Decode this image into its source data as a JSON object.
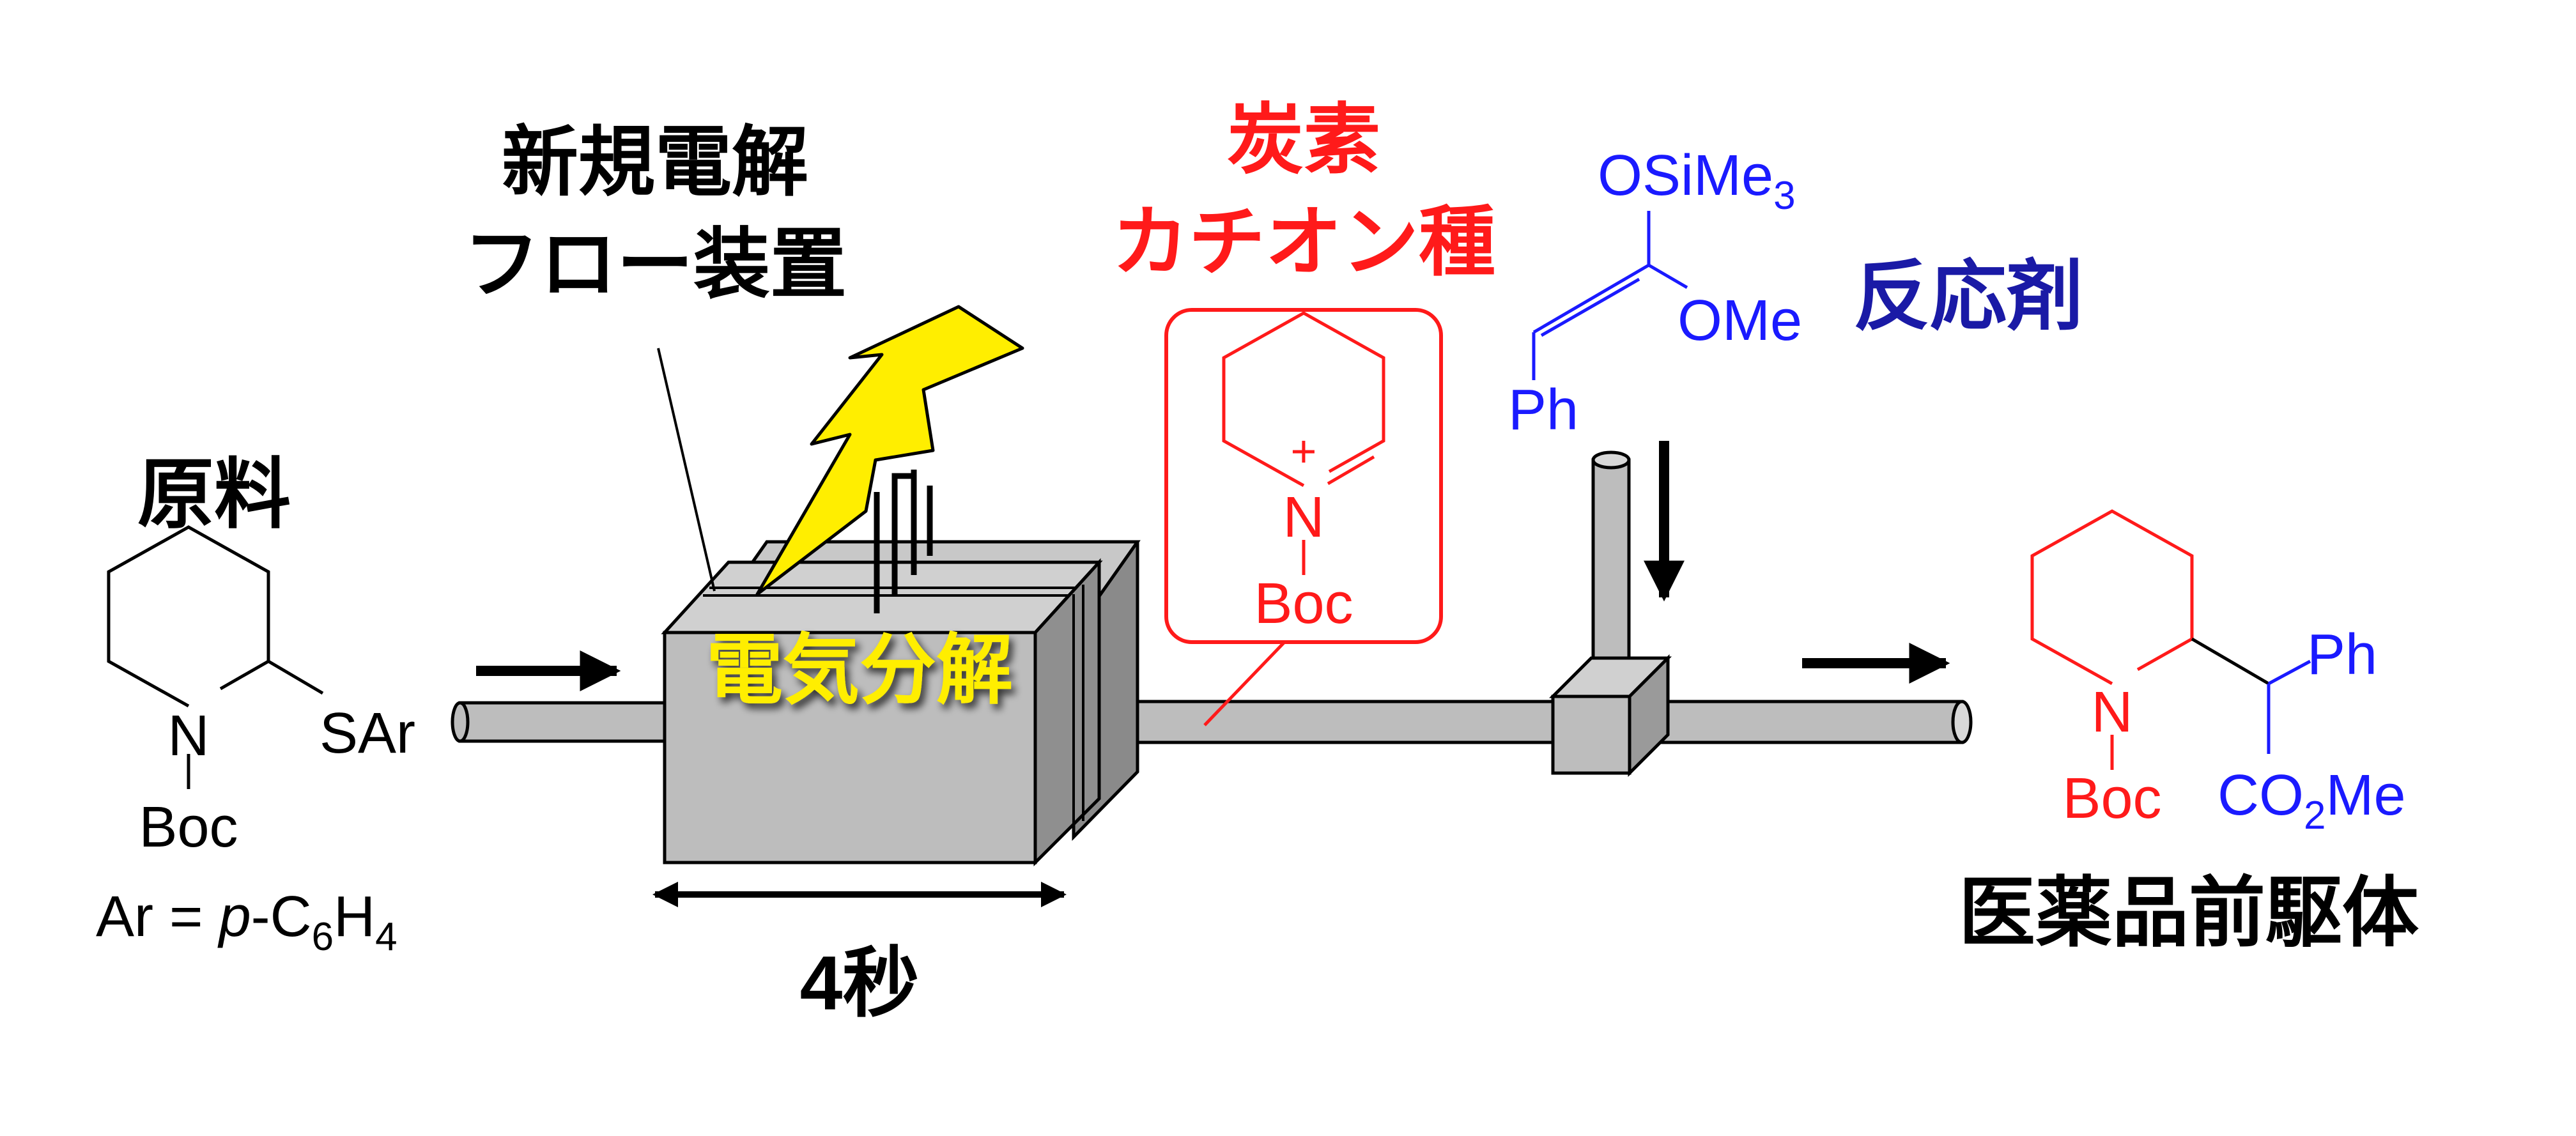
{
  "labels": {
    "device_line1": "新規電解",
    "device_line2": "フロー装置",
    "carbocation_line1": "炭素",
    "carbocation_line2": "カチオン種",
    "reagent": "反応剤",
    "raw_material": "原料",
    "electrolysis": "電気分解",
    "time": "4秒",
    "product": "医薬品前駆体"
  },
  "chem": {
    "n": "N",
    "sar": "SAr",
    "boc": "Boc",
    "ar_prefix": "Ar = ",
    "ar_p": "p",
    "ar_c": "-C",
    "ar_6": "6",
    "ar_h": "H",
    "ar_4": "4",
    "plus": "+",
    "osime_base": "OSiMe",
    "osime_sub": "3",
    "ome": "OMe",
    "ph": "Ph",
    "co": "CO",
    "co_sub": "2",
    "co_me": "Me"
  },
  "colors": {
    "black": "#000000",
    "red": "#ff1a1a",
    "blue": "#1a1aff",
    "navy": "#1a1aa6",
    "yellow": "#ffee00",
    "gray": "#bdbdbd"
  }
}
